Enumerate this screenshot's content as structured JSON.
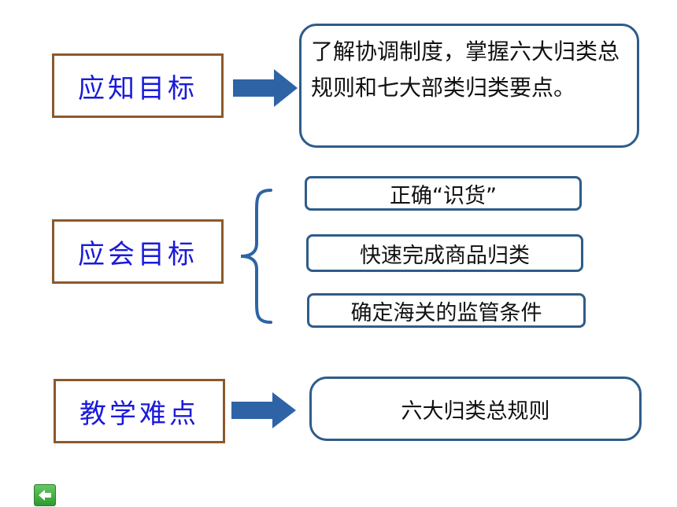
{
  "colors": {
    "label_text": "#1a1adb",
    "label_border": "#8B5A2B",
    "content_border": "#2E5C8A",
    "arrow_fill": "#2E64A6",
    "brace_stroke": "#2E64A6",
    "back_button": "#3aaa3a"
  },
  "sections": {
    "knowledge": {
      "label": "应知目标",
      "content": "了解协调制度，掌握六大归类总规则和七大部类归类要点。"
    },
    "skills": {
      "label": "应会目标",
      "items": [
        "正确“识货”",
        "快速完成商品归类",
        "确定海关的监管条件"
      ]
    },
    "difficulty": {
      "label": "教学难点",
      "content": "六大归类总规则"
    }
  },
  "icons": {
    "arrow": "right-arrow-icon",
    "brace": "left-curly-brace-icon",
    "back": "back-arrow-icon"
  }
}
